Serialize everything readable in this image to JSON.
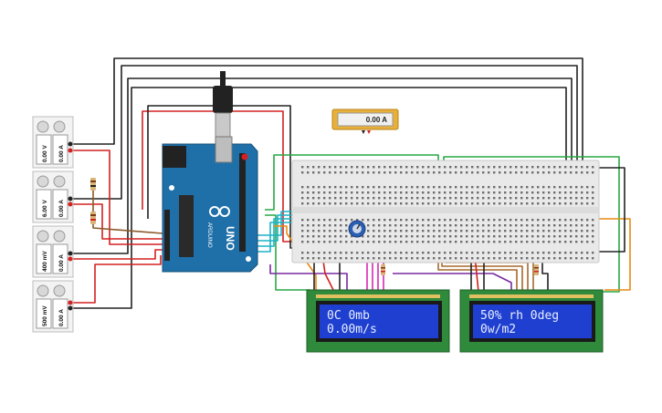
{
  "ammeter": {
    "reading": "0.00 A"
  },
  "supplies": [
    {
      "voltage": "0.00 V",
      "current": "0.00 A"
    },
    {
      "voltage": "6.00 V",
      "current": "0.00 A"
    },
    {
      "voltage": "400 mV",
      "current": "0.00 A"
    },
    {
      "voltage": "500 mV",
      "current": "0.00 A"
    }
  ],
  "arduino": {
    "model": "UNO",
    "brand": "ARDUINO"
  },
  "lcd_left": {
    "line1": "0C 0mb",
    "line2": "0.00m/s"
  },
  "lcd_right": {
    "line1": "50% rh 0deg",
    "line2": "0w/m2"
  },
  "colors": {
    "lcd_bg": "#1f3fd0",
    "pcb": "#2f8a3c",
    "arduino": "#1f6fa8",
    "ammeter": "#e8b03a"
  }
}
